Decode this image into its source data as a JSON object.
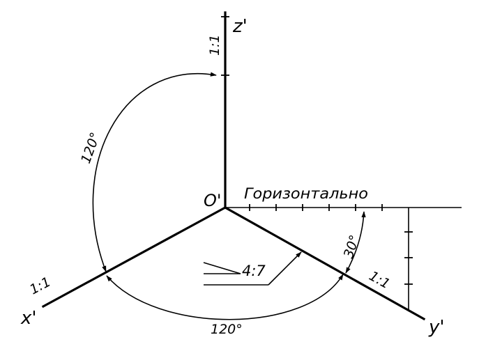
{
  "labels": {
    "z_axis": "z'",
    "x_axis": "x'",
    "y_axis": "y'",
    "origin": "O'",
    "horizontal": "Горизонтально",
    "scale_z": "1:1",
    "scale_x": "1:1",
    "scale_y": "1:1",
    "angle_zx": "120°",
    "angle_xy": "120°",
    "angle_y_horizontal": "30°",
    "slope": "4:7"
  },
  "colors": {
    "ink": "#000000",
    "background": "#ffffff"
  }
}
